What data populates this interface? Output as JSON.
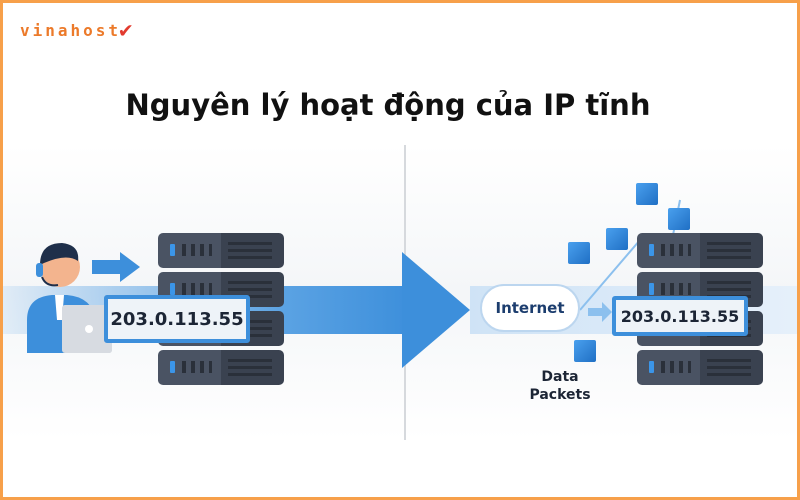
{
  "logo": {
    "text": "vinahost"
  },
  "title": "Nguyên lý hoạt động của IP tĩnh",
  "left": {
    "ip": "203.0.113.55"
  },
  "right": {
    "ip": "203.0.113.55",
    "cloud": "Internet",
    "data_label_1": "Data",
    "data_label_2": "Packets"
  },
  "colors": {
    "accent": "#3d8fdb",
    "border": "#f7a04a",
    "logo": "#ec7a2a"
  }
}
